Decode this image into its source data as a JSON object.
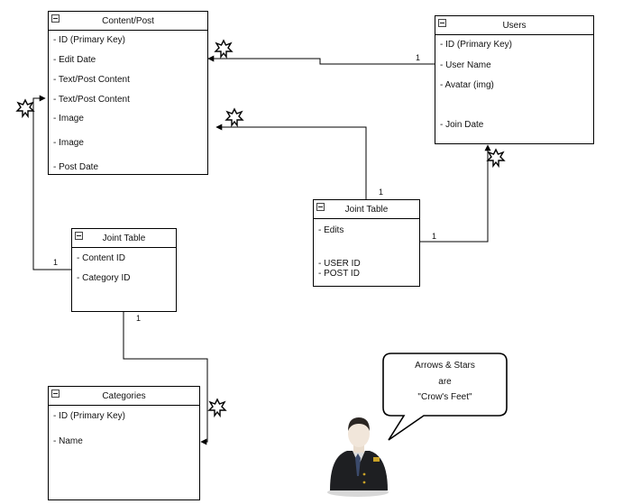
{
  "entities": {
    "content_post": {
      "title": "Content/Post",
      "fields": [
        "- ID (Primary Key)",
        "- Edit Date",
        "- Text/Post Content",
        "- Text/Post Content",
        "- Image",
        "- Image",
        "- Post Date"
      ]
    },
    "users": {
      "title": "Users",
      "fields": [
        "- ID (Primary Key)",
        "- User Name",
        "- Avatar (img)",
        "- Join Date"
      ]
    },
    "joint_table_right": {
      "title": "Joint Table",
      "fields": [
        "- Edits",
        "- USER ID",
        "- POST ID"
      ]
    },
    "joint_table_left": {
      "title": "Joint Table",
      "fields": [
        "- Content ID",
        "- Category ID"
      ]
    },
    "categories": {
      "title": "Categories",
      "fields": [
        "- ID (Primary Key)",
        "- Name"
      ]
    }
  },
  "cardinality": {
    "users_to_content": "1",
    "joint_right_to_content": "1",
    "joint_right_to_users": "1",
    "joint_left_to_content": "1",
    "joint_left_to_categories": "1"
  },
  "callout": {
    "line1": "Arrows &    Stars",
    "line2": "are",
    "line3": "\"Crow's Feet\""
  },
  "colors": {
    "line": "#000000",
    "background": "#ffffff"
  },
  "icons": {
    "collapse": "minus-box-icon",
    "crows_foot": "star-burst-icon",
    "person": "person-avatar-icon"
  }
}
